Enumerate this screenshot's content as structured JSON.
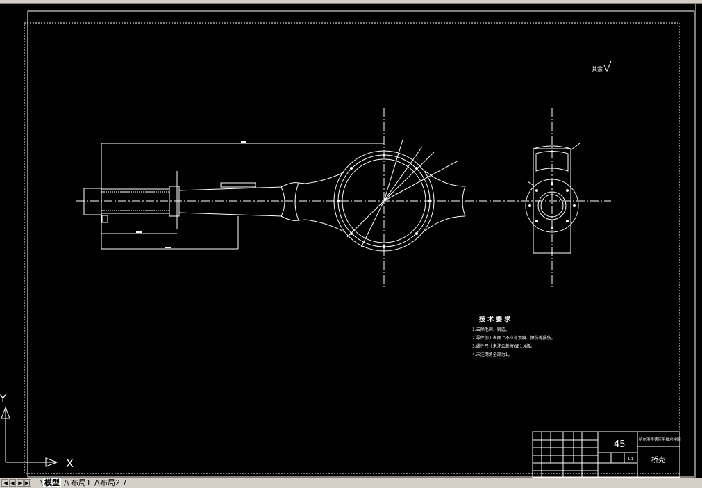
{
  "drawing": {
    "roughness_note": "其余",
    "tech_requirements": {
      "title": "技 术 要 求",
      "items": [
        "1.去除毛刺、锐边。",
        "2.零件加工表面上不应有划痕、擦伤等损伤。",
        "3.线性尺寸未注公差按GB1.4级。",
        "4.未注倒角全部为1。"
      ]
    },
    "title_block": {
      "material": "45",
      "school": "哈尔滨华德应用技术学院",
      "part_name": "桥壳",
      "scale": "1:1"
    }
  },
  "tabs": {
    "model": "模型",
    "layout1": "布局1",
    "layout2": "布局2"
  },
  "nav": {
    "first": "|◀",
    "prev": "◀",
    "next": "▶",
    "last": "▶|"
  },
  "ucs": {
    "x_label": "X",
    "y_label": "Y"
  }
}
